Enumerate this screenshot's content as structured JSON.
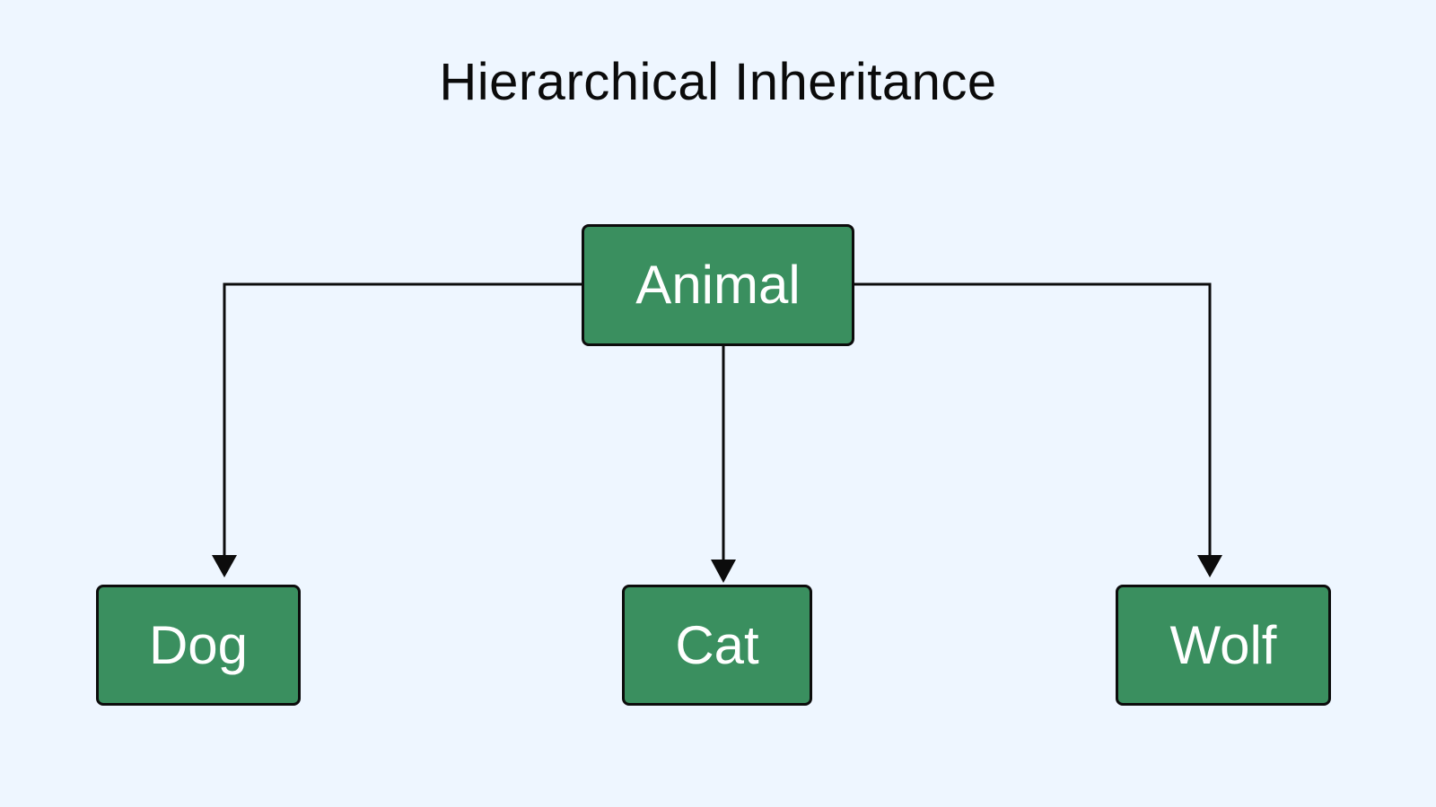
{
  "diagram": {
    "title": "Hierarchical Inheritance",
    "root": {
      "label": "Animal"
    },
    "children": [
      {
        "label": "Dog"
      },
      {
        "label": "Cat"
      },
      {
        "label": "Wolf"
      }
    ],
    "edges": [
      {
        "from": "Animal",
        "to": "Dog"
      },
      {
        "from": "Animal",
        "to": "Cat"
      },
      {
        "from": "Animal",
        "to": "Wolf"
      }
    ],
    "colors": {
      "background": "#eef6ff",
      "node_fill": "#3a8f5f",
      "node_border": "#0c0c0c",
      "node_text": "#ffffff",
      "connector": "#0c0c0c"
    }
  }
}
